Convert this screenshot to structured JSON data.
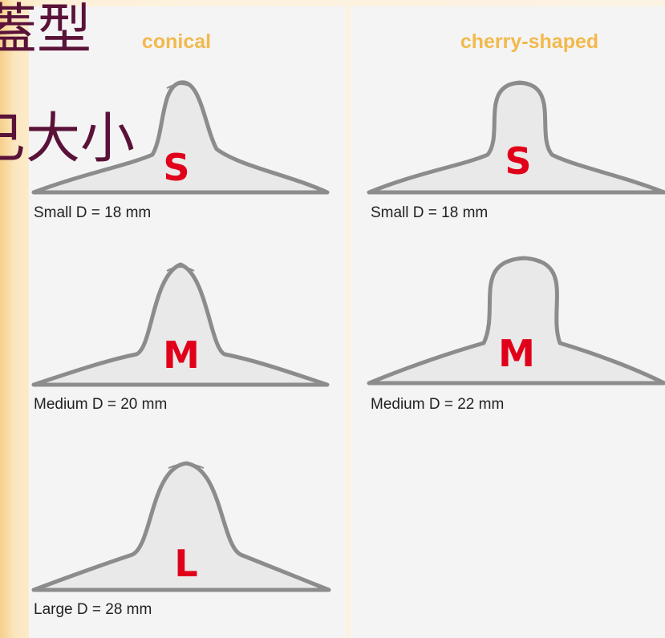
{
  "slide_text": {
    "line1": "蓋型",
    "line2": "已大小"
  },
  "columns": [
    {
      "title": "conical",
      "shields": [
        {
          "letter": "S",
          "caption": "Small D = 18 mm"
        },
        {
          "letter": "M",
          "caption": "Medium D = 20 mm"
        },
        {
          "letter": "L",
          "caption": "Large D = 28 mm"
        }
      ]
    },
    {
      "title": "cherry-shaped",
      "shields": [
        {
          "letter": "S",
          "caption": "Small D = 18 mm"
        },
        {
          "letter": "M",
          "caption": "Medium D = 22 mm"
        }
      ]
    }
  ],
  "colors": {
    "title": "#f2b94c",
    "letter": "#e1001a",
    "outline": "#8c8c8c",
    "slide_text": "#5a1238"
  }
}
